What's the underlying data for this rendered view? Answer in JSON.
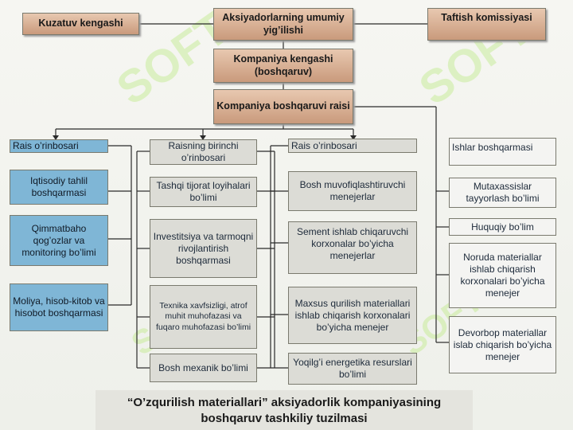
{
  "diagram": {
    "top_row": {
      "supervisory_board": "Kuzatuv kengashi",
      "shareholders_meeting": "Aksiyadorlarning umumiy yig’ilishi",
      "audit_commission": "Taftish komissiyasi"
    },
    "company_board": "Kompaniya kengashi (boshqaruv)",
    "chairman": "Kompaniya boshqaruvi raisi",
    "col1": {
      "deputy": "Rais o’rinbosari",
      "items": [
        "Iqtisodiy tahlil boshqarmasi",
        "Qimmatbaho qog’ozlar va monitoring bo’limi",
        "Moliya, hisob-kitob va hisobot boshqarmasi"
      ]
    },
    "col2": {
      "first_deputy": "Raisning birinchi o’rinbosari",
      "items": [
        "Tashqi tijorat loyihalari bo’limi",
        "Investitsiya va tarmoqni rivojlantirish boshqarmasi",
        "Texnika xavfsizligi, atrof muhit muhofazasi va fuqaro muhofazasi bo’limi",
        "Bosh mexanik bo’limi"
      ]
    },
    "col3": {
      "deputy": "Rais o’rinbosari",
      "items": [
        "Bosh muvofiqlashtiruvchi menejerlar",
        "Sement ishlab chiqaruvchi korxonalar bo’yicha menejerlar",
        "Maxsus qurilish materiallari ishlab chiqarish korxonalari bo’yicha menejer",
        "Yoqilg’i energetika resurslari bo’limi"
      ]
    },
    "col4": {
      "head": "Ishlar boshqarmasi",
      "items": [
        "Mutaxassislar tayyorlash bo’limi",
        "Huquqiy bo’lim",
        "Noruda materiallar ishlab chiqarish korxonalari bo’yicha menejer",
        "Devorbop materiallar islab chiqarish bo’yicha menejer"
      ]
    },
    "caption": "“O’zqurilish materiallari” aksiyadorlik kompaniyasining boshqaruv tashkiliy tuzilmasi"
  },
  "watermark": "SOFT",
  "colors": {
    "header_box": "#d4a88a",
    "blue_box": "#7fb6d6",
    "grey_box": "#dcdcd6",
    "watermark": "#c9ec9c"
  }
}
